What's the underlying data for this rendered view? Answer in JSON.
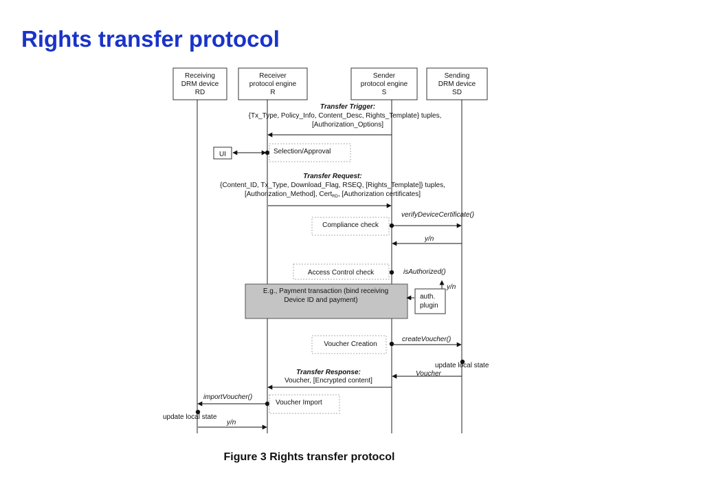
{
  "title": "Rights transfer protocol",
  "caption": "Figure 3 Rights transfer protocol",
  "colors": {
    "title": "#1a33c9",
    "highlight_box": "#c4c4c4"
  },
  "participants": [
    {
      "lines": [
        "Receiving",
        "DRM device",
        "RD"
      ]
    },
    {
      "lines": [
        "Receiver",
        "protocol engine",
        "R"
      ]
    },
    {
      "lines": [
        "Sender",
        "protocol engine",
        "S"
      ]
    },
    {
      "lines": [
        "Sending",
        "DRM device",
        "SD"
      ]
    }
  ],
  "messages": {
    "transfer_trigger": {
      "title": "Transfer Trigger:",
      "lines": [
        "{Tx_Type, Policy_Info, Content_Desc, Rights_Template} tuples,",
        "[Authorization_Options]"
      ]
    },
    "ui": "UI",
    "selection_approval": "Selection/Approval",
    "transfer_request": {
      "title": "Transfer Request:",
      "line1": "{Content_ID, Tx_Type, Download_Flag, RSEQ, [Rights_Template]} tuples,",
      "line2_pre": "[Authorization_Method], Cert",
      "line2_sub": "RD",
      "line2_post": ",  [Authorization certificates]"
    },
    "verify_device_certificate": "verifyDeviceCertificate()",
    "compliance_check": "Compliance check",
    "yn": "y/n",
    "access_control_check": "Access Control check",
    "is_authorized": "isAuthorized()",
    "payment_lines": [
      "E.g., Payment transaction (bind receiving",
      "Device ID and payment)"
    ],
    "auth_plugin_lines": [
      "auth.",
      "plugin"
    ],
    "voucher_creation": "Voucher Creation",
    "create_voucher": "createVoucher()",
    "update_local_state": "update local state",
    "voucher": "Voucher",
    "transfer_response": {
      "title": "Transfer Response:",
      "line": "Voucher,  [Encrypted content]"
    },
    "import_voucher": "importVoucher()",
    "voucher_import": "Voucher Import"
  }
}
